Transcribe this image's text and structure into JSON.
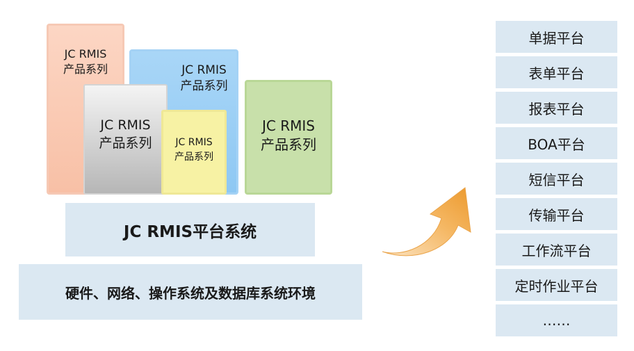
{
  "product_cards": {
    "pink": {
      "line1": "JC RMIS",
      "line2": "产品系列"
    },
    "blue": {
      "line1": "JC RMIS",
      "line2": "产品系列"
    },
    "gray": {
      "line1": "JC RMIS",
      "line2": "产品系列"
    },
    "yellow": {
      "line1": "JC RMIS",
      "line2": "产品系列"
    },
    "green": {
      "line1": "JC RMIS",
      "line2": "产品系列"
    }
  },
  "platform_system": "JC RMIS平台系统",
  "infrastructure": "硬件、网络、操作系统及数据库系统环境",
  "platform_list": [
    "单据平台",
    "表单平台",
    "报表平台",
    "BOA平台",
    "短信平台",
    "传输平台",
    "工作流平台",
    "定时作业平台",
    "……"
  ],
  "colors": {
    "pink": "#f8c0a6",
    "blue": "#8ec8f3",
    "gray": "#c8c8c8",
    "yellow": "#f7f2a4",
    "green": "#c8e0aa",
    "panel": "#dbe8f2",
    "arrow": "#f0a640"
  },
  "icons": {
    "arrow": "curved-up-arrow-icon"
  }
}
